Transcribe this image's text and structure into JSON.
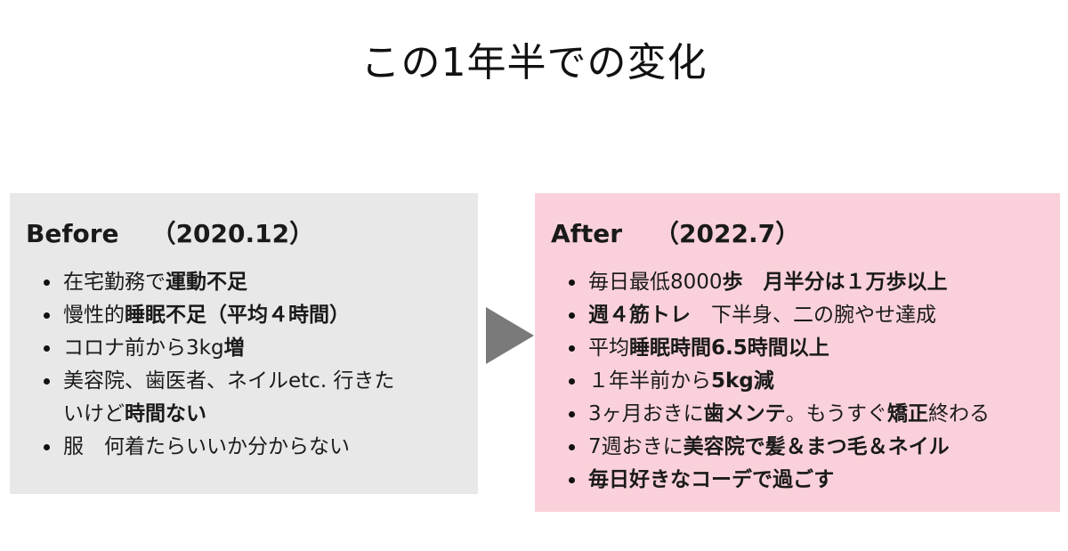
{
  "title": "この1年半での変化",
  "before": {
    "label": "Before",
    "date": "（2020.12）",
    "items": [
      {
        "text": "在宅勤務で",
        "bold": "運動不足"
      },
      {
        "text": "慢性的",
        "bold": "睡眠不足（平均４時間）"
      },
      {
        "text": "コロナ前から3kg",
        "bold": "増"
      },
      {
        "text": "美容院、歯医者、ネイルetc. 行きた",
        "text2": "いけど",
        "bold": "時間ない"
      },
      {
        "text": "服　何着たらいいか分からない"
      }
    ]
  },
  "after": {
    "label": "After",
    "date": "（2022.7）",
    "items": [
      {
        "text": "毎日最低8000",
        "bold": "歩　月半分は１万歩以上"
      },
      {
        "bold": "週４筋トレ",
        "text": "　下半身、二の腕やせ達成"
      },
      {
        "text": "平均",
        "bold": "睡眠時間6.5時間以上"
      },
      {
        "text": "１年半前から",
        "bold": "5kg減"
      },
      {
        "text": "3ヶ月おきに",
        "bold": "歯メンテ",
        "text2": "。もうすぐ",
        "bold2": "矯正",
        "text3": "終わる"
      },
      {
        "text": "7週おきに",
        "bold": "美容院で髪＆まつ毛＆ネイル"
      },
      {
        "bold": "毎日好きなコーデで過ごす"
      }
    ]
  },
  "icons": {
    "arrow": "right-triangle-arrow",
    "bullet": "bullet-dot"
  },
  "colors": {
    "before_bg": "#e8e8e8",
    "after_bg": "#fad1da",
    "arrow": "#7a7a7a"
  }
}
